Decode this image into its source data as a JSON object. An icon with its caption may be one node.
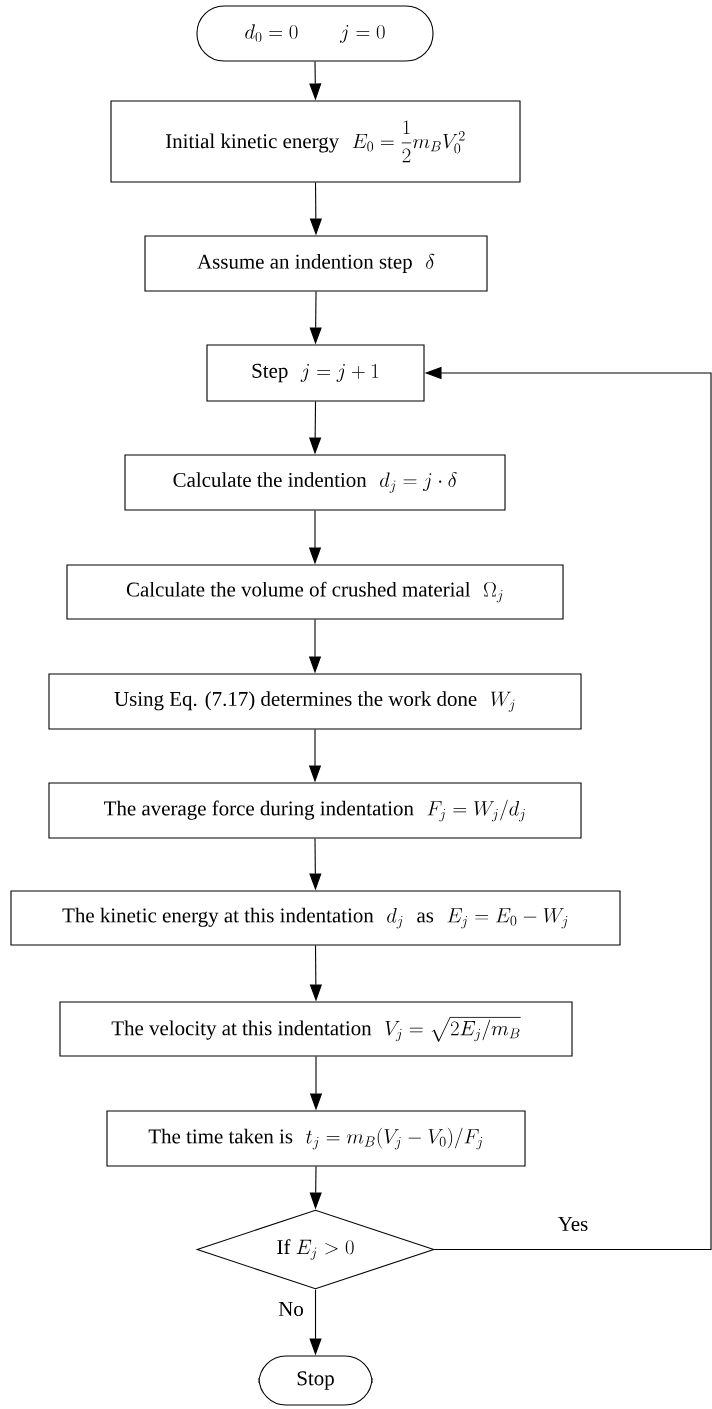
{
  "diagram": {
    "nodes": [
      {
        "text": [
          "d_0=0",
          "j=0"
        ]
      },
      {
        "text": [
          "Initial kinetic energy",
          "E_0=\\dfrac{1}{2}m_BV_0^2"
        ]
      },
      {
        "text": [
          "Assume an indention step",
          "\\delta"
        ]
      },
      {
        "text": [
          "Step",
          "j=j+1"
        ]
      },
      {
        "text": [
          "Calculate the indention",
          "d_j=j\\cdot\\delta"
        ]
      },
      {
        "text": [
          "Calculate the volume of crushed material",
          "\\Omega_j"
        ]
      },
      {
        "text": [
          "Using Eq. (7.17) determines the work done",
          "W_j"
        ]
      },
      {
        "text": [
          "The average force during indentation",
          "F_j=W_j/d_j"
        ]
      },
      {
        "text": [
          "The kinetic energy at this indentation",
          "d_j",
          "as",
          "E_j=E_0-W_j"
        ]
      },
      {
        "text": [
          "The velocity at this indentation",
          "V_j=\\sqrt{2E_j/m_B}"
        ]
      },
      {
        "text": [
          "The time taken is",
          "t_j=m_B(V_j-V_0)/F_j"
        ]
      },
      {
        "text": [
          "If",
          "E_j>0"
        ]
      },
      {
        "text": [
          "Stop"
        ]
      }
    ],
    "edges": [
      {
        "from": 0,
        "to": 1,
        "arrow": "to"
      },
      {
        "from": 1,
        "to": 2,
        "arrow": "to"
      },
      {
        "from": 2,
        "to": 3,
        "arrow": "to"
      },
      {
        "from": 3,
        "to": 4,
        "arrow": "to"
      },
      {
        "from": 4,
        "to": 5,
        "arrow": "to"
      },
      {
        "from": 5,
        "to": 6,
        "arrow": "to"
      },
      {
        "from": 6,
        "to": 7,
        "arrow": "to"
      },
      {
        "from": 7,
        "to": 8,
        "arrow": "to"
      },
      {
        "from": 8,
        "to": 9,
        "arrow": "to"
      },
      {
        "from": 9,
        "to": 10,
        "arrow": "to"
      },
      {
        "from": 10,
        "to": 11,
        "arrow": "to"
      },
      {
        "from": 11,
        "to": 3,
        "arrow": "to",
        "label": "Yes"
      },
      {
        "from": 11,
        "to": 12,
        "arrow": "to",
        "label": "No"
      }
    ]
  }
}
